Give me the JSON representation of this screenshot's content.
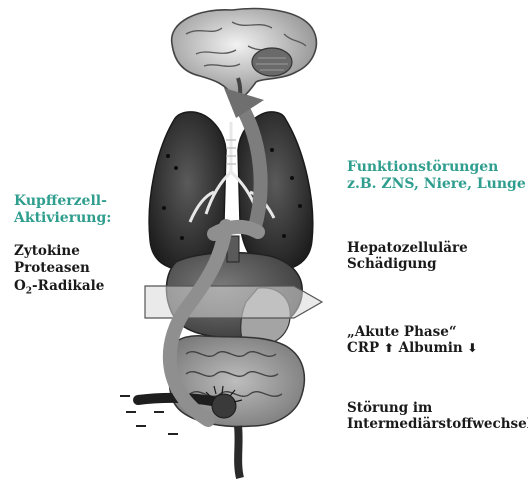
{
  "left": {
    "heading_line1": "Kupfferzell-",
    "heading_line2": "Aktivierung:",
    "items": [
      "Zytokine",
      "Proteasen"
    ],
    "radicals": {
      "prefix": "O",
      "subscript": "2",
      "suffix": "-Radikale"
    }
  },
  "right": {
    "heading_line1": "Funktionstörungen",
    "heading_line2": "z.B. ZNS, Niere, Lunge",
    "hepato_line1": "Hepatozelluläre",
    "hepato_line2": "Schädigung",
    "acute_line1": "„Akute Phase“",
    "acute_crp": "CRP",
    "acute_albumin": "Albumin",
    "up_arrow": "⬆",
    "down_arrow": "⬇",
    "metab_line1": "Störung im",
    "metab_line2": "Intermediärstoffwechsel"
  },
  "colors": {
    "accent": "#2f9e8e",
    "text": "#1a1a1a",
    "arrow": "#8a8a8a"
  }
}
